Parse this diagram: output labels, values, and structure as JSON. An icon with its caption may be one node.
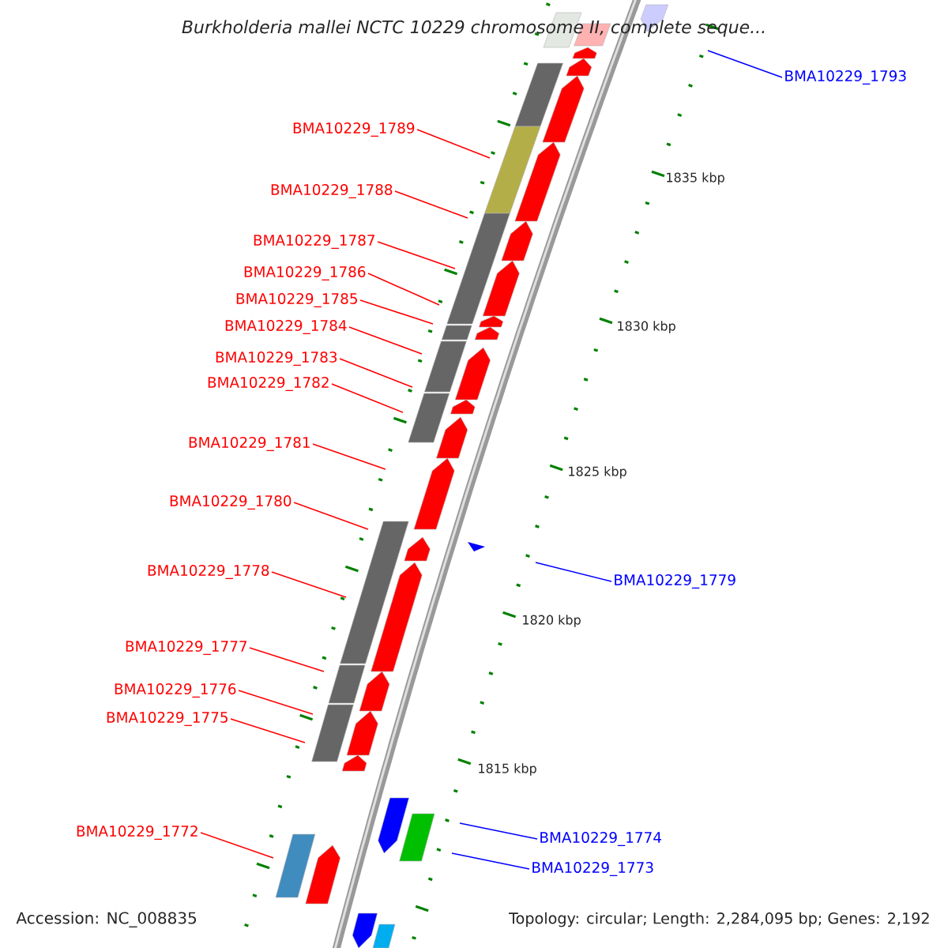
{
  "diagram": {
    "title": "Burkholderia mallei NCTC 10229 chromosome II, complete seque...",
    "nodes": [
      {
        "text": [
          "BMA10229_1793"
        ]
      },
      {
        "text": [
          "BMA10229_1789"
        ]
      },
      {
        "text": [
          "BMA10229_1788"
        ]
      },
      {
        "text": [
          "BMA10229_1787"
        ]
      },
      {
        "text": [
          "BMA10229_1786"
        ]
      },
      {
        "text": [
          "BMA10229_1785"
        ]
      },
      {
        "text": [
          "BMA10229_1784"
        ]
      },
      {
        "text": [
          "BMA10229_1783"
        ]
      },
      {
        "text": [
          "BMA10229_1782"
        ]
      },
      {
        "text": [
          "BMA10229_1781"
        ]
      },
      {
        "text": [
          "BMA10229_1780"
        ]
      },
      {
        "text": [
          "BMA10229_1779"
        ]
      },
      {
        "text": [
          "BMA10229_1778"
        ]
      },
      {
        "text": [
          "BMA10229_1777"
        ]
      },
      {
        "text": [
          "BMA10229_1776"
        ]
      },
      {
        "text": [
          "BMA10229_1775"
        ]
      },
      {
        "text": [
          "BMA10229_1772"
        ]
      },
      {
        "text": [
          "BMA10229_1774"
        ]
      },
      {
        "text": [
          "BMA10229_1773"
        ]
      }
    ],
    "edges": [
      {
        "from": 0,
        "to": null,
        "arrow": "none",
        "color": "#0000ff"
      },
      {
        "from": 1,
        "to": null,
        "arrow": "none"
      },
      {
        "from": 2,
        "to": null,
        "arrow": "none"
      },
      {
        "from": 3,
        "to": null,
        "arrow": "none"
      },
      {
        "from": 4,
        "to": null,
        "arrow": "none"
      },
      {
        "from": 5,
        "to": null,
        "arrow": "none"
      },
      {
        "from": 6,
        "to": null,
        "arrow": "none"
      },
      {
        "from": 7,
        "to": null,
        "arrow": "none"
      },
      {
        "from": 8,
        "to": null,
        "arrow": "none"
      },
      {
        "from": 9,
        "to": null,
        "arrow": "none"
      },
      {
        "from": 10,
        "to": null,
        "arrow": "none"
      },
      {
        "from": 11,
        "to": null,
        "arrow": "none",
        "color": "#0000ff"
      },
      {
        "from": 12,
        "to": null,
        "arrow": "none"
      },
      {
        "from": 13,
        "to": null,
        "arrow": "none"
      },
      {
        "from": 14,
        "to": null,
        "arrow": "none"
      },
      {
        "from": 15,
        "to": null,
        "arrow": "none"
      },
      {
        "from": 16,
        "to": null,
        "arrow": "none"
      },
      {
        "from": 17,
        "to": null,
        "arrow": "none",
        "color": "#0000ff"
      },
      {
        "from": 18,
        "to": null,
        "arrow": "none",
        "color": "#0000ff"
      }
    ],
    "labels": [
      "1835 kbp",
      "1830 kbp",
      "1825 kbp",
      "1820 kbp",
      "1815 kbp",
      "Accession: NC_008835",
      "Topology: circular; Length: 2,284,095 bp; Genes: 2,192"
    ]
  }
}
